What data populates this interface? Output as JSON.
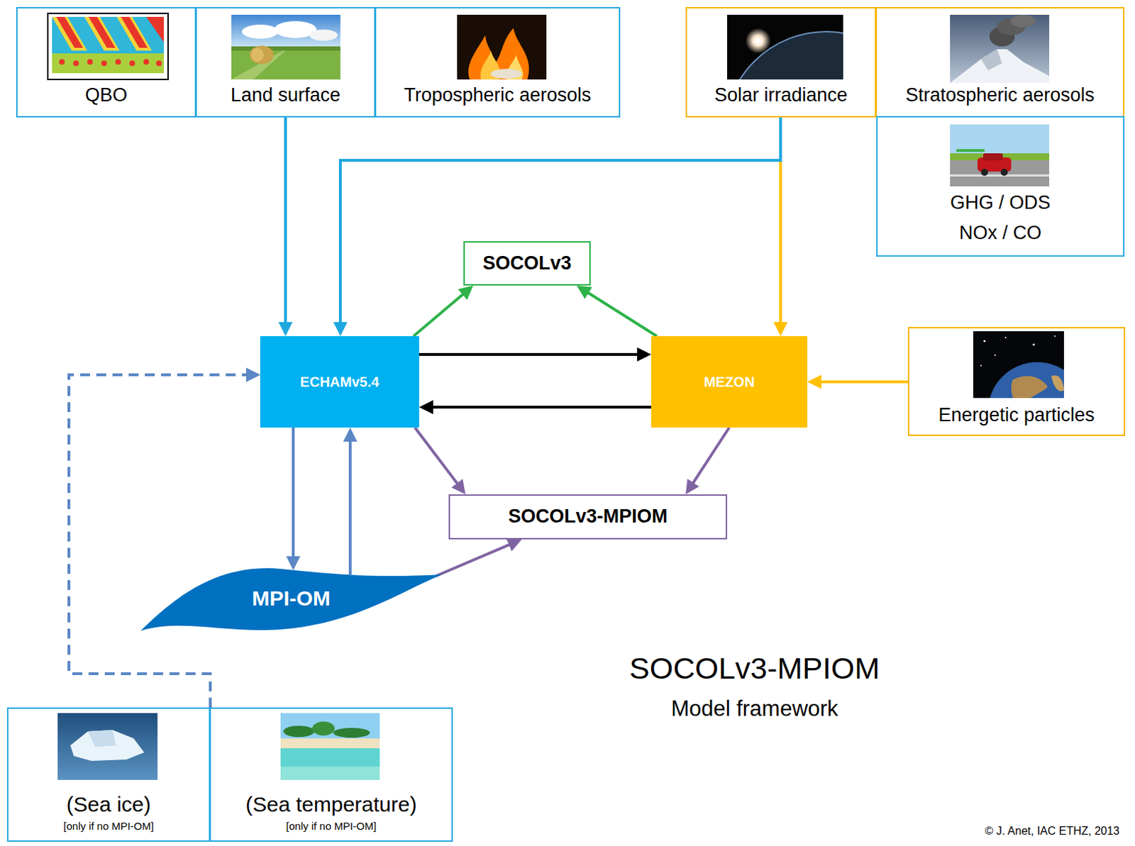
{
  "diagram": {
    "title": "SOCOLv3-MPIOM",
    "caption": "Model framework",
    "nodes": [
      {
        "text": [
          "QBO"
        ]
      },
      {
        "text": [
          "Land surface"
        ]
      },
      {
        "text": [
          "Tropospheric aerosols"
        ]
      },
      {
        "text": [
          "Solar irradiance"
        ]
      },
      {
        "text": [
          "Stratospheric aerosols"
        ]
      },
      {
        "text": [
          "GHG / ODS NOx / CO"
        ]
      },
      {
        "text": [
          "SOCOLv3"
        ]
      },
      {
        "text": [
          "ECHAMv5.4"
        ]
      },
      {
        "text": [
          "MEZON"
        ]
      },
      {
        "text": [
          "Energetic particles"
        ]
      },
      {
        "text": [
          "SOCOLv3-MPIOM"
        ]
      },
      {
        "text": [
          "MPI-OM"
        ]
      },
      {
        "text": [
          "(Sea ice)",
          "[only if no MPI-OM]"
        ]
      },
      {
        "text": [
          "(Sea temperature)",
          "[only if no MPI-OM]"
        ]
      }
    ],
    "edges": [
      {
        "from": 1,
        "to": 7,
        "arrow": "to"
      },
      {
        "from": 3,
        "to": 8,
        "arrow": "to"
      },
      {
        "from": 3,
        "to": 7,
        "arrow": "to"
      },
      {
        "from": 7,
        "to": 6,
        "arrow": "to"
      },
      {
        "from": 8,
        "to": 6,
        "arrow": "to"
      },
      {
        "from": 7,
        "to": 8,
        "arrow": "to"
      },
      {
        "from": 8,
        "to": 7,
        "arrow": "to"
      },
      {
        "from": 9,
        "to": 8,
        "arrow": "to"
      },
      {
        "from": 7,
        "to": 10,
        "arrow": "to"
      },
      {
        "from": 8,
        "to": 10,
        "arrow": "to"
      },
      {
        "from": 11,
        "to": 10,
        "arrow": "to"
      },
      {
        "from": 7,
        "to": 11,
        "arrow": "to"
      },
      {
        "from": 11,
        "to": 7,
        "arrow": "to"
      },
      {
        "from": 12,
        "to": 7,
        "arrow": "to"
      },
      {
        "from": 13,
        "to": 7,
        "arrow": "to"
      }
    ],
    "labels": [
      "© J. Anet, IAC ETHZ, 2013"
    ]
  }
}
